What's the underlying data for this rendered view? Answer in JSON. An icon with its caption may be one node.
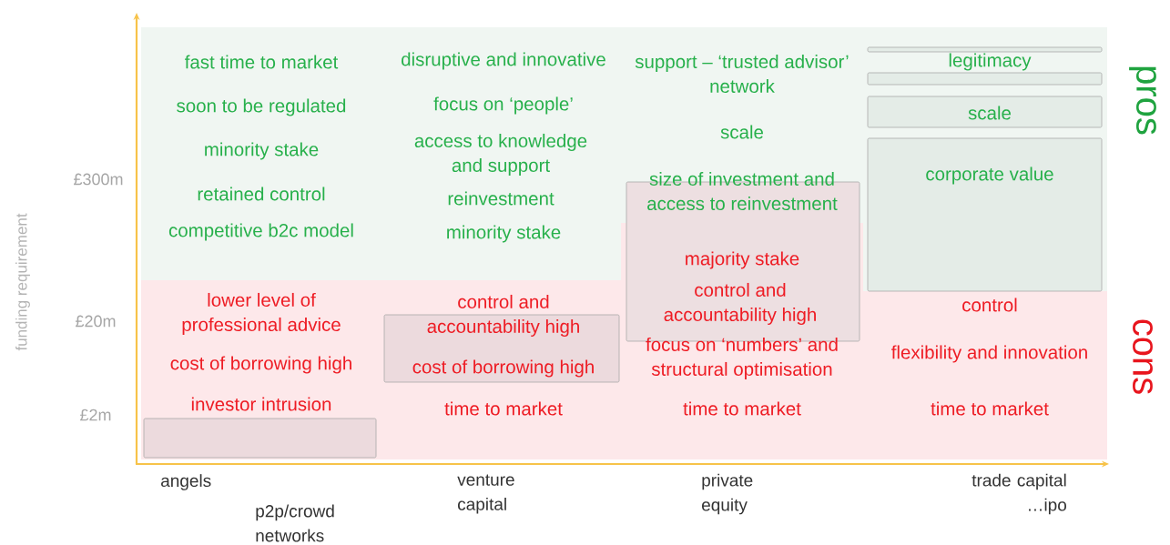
{
  "diagram": {
    "nodes": [
      {
        "text": [],
        "shape": "bar"
      },
      {
        "text": [],
        "shape": "bar"
      },
      {
        "text": [],
        "shape": "bar"
      },
      {
        "text": [],
        "shape": "bar"
      },
      {
        "text": [],
        "shape": "bar"
      },
      {
        "text": [],
        "shape": "bar"
      },
      {
        "text": [],
        "shape": "bar"
      }
    ],
    "labels": [
      "funding requirement",
      "£300m",
      "£20m",
      "£2m",
      "fast time to market",
      "soon to be regulated",
      "minority stake",
      "retained control",
      "competitive b2c model",
      "lower level of professional advice",
      "cost of borrowing high",
      "investor intrusion",
      "disruptive and innovative",
      "focus on ‘people’",
      "access to knowledge and support",
      "reinvestment",
      "minority stake",
      "control and accountability high",
      "cost of borrowing high",
      "time to market",
      "support – ‘trusted advisor’ network",
      "scale",
      "size of investment and access to reinvestment",
      "majority stake",
      "control and accountability high",
      "focus on ‘numbers’ and structural optimisation",
      "time to market",
      "legitimacy",
      "scale",
      "corporate value",
      "control",
      "flexibility and innovation",
      "time to market",
      "pros",
      "cons",
      "angels",
      "p2p/crowd networks",
      "venture capital",
      "private equity",
      "trade capital …ipo"
    ]
  }
}
